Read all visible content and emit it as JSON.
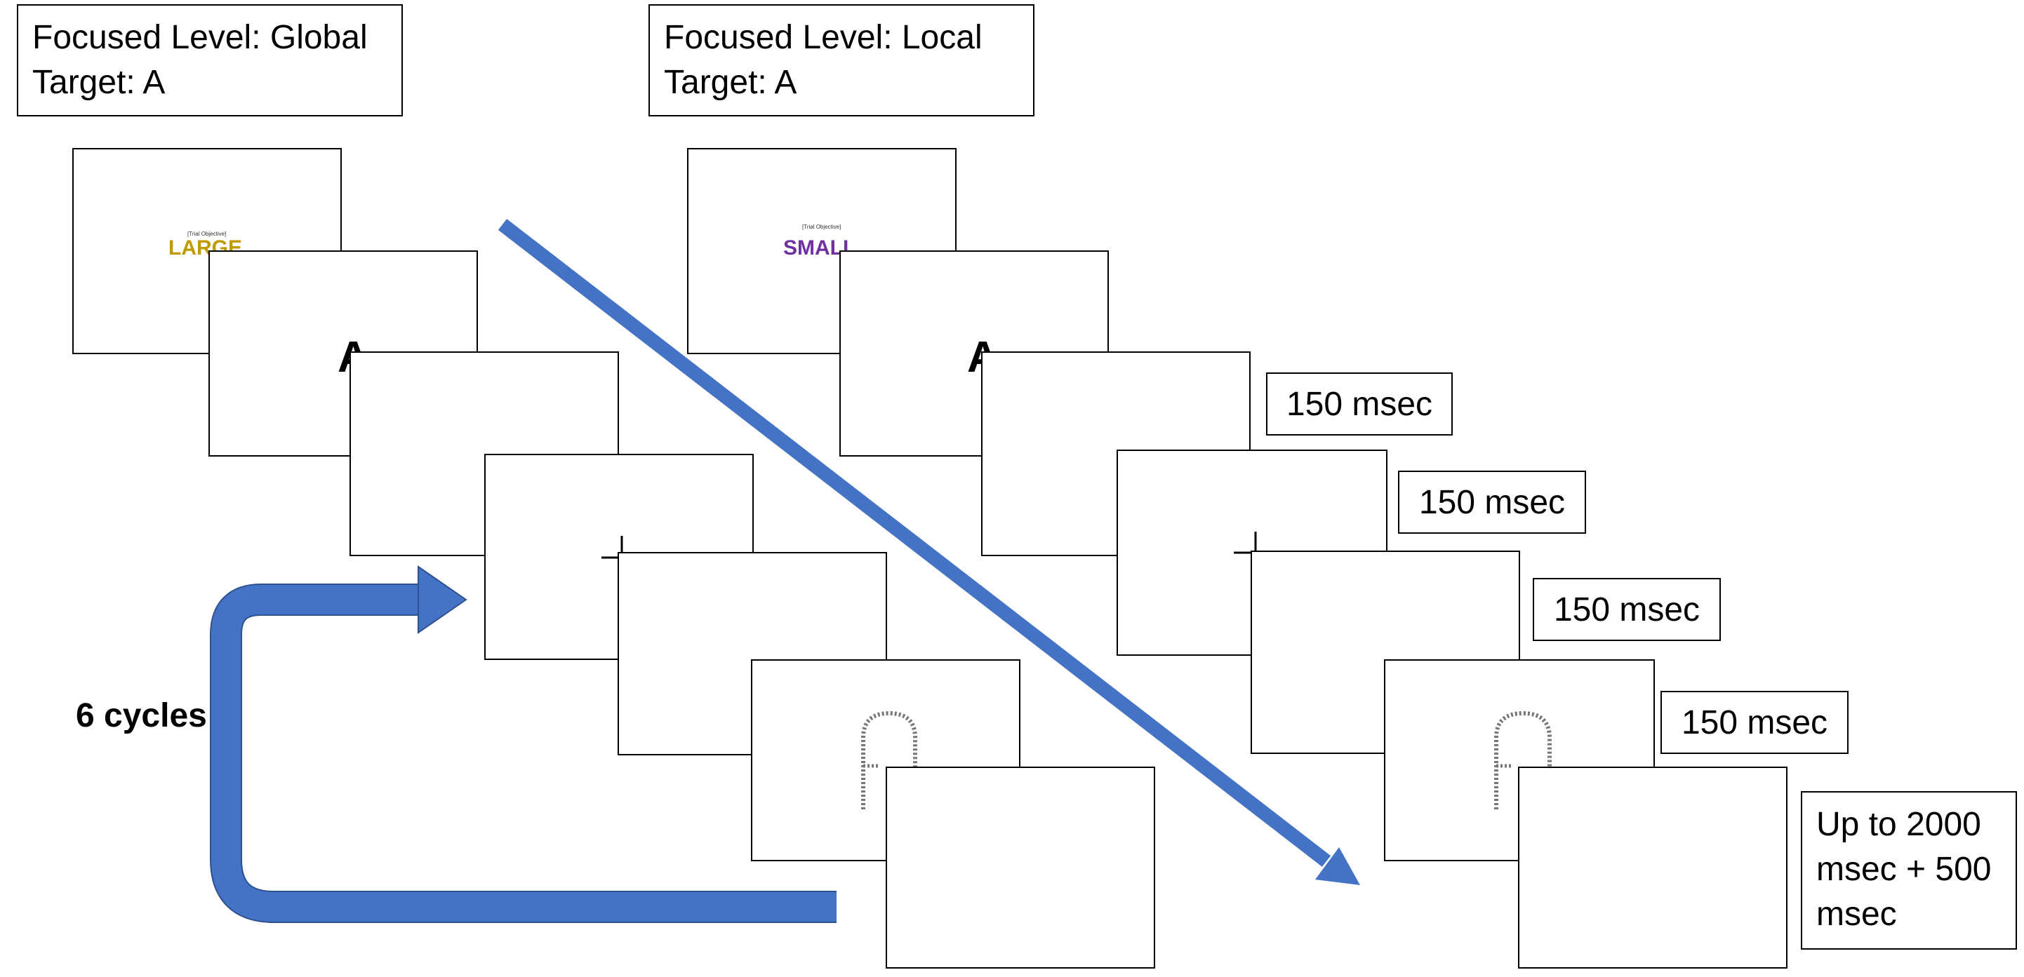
{
  "global_panel": {
    "header_line1": "Focused Level: Global",
    "header_line2": "Target: A",
    "cue_caption": "[Trial Objective]",
    "cue_word": "LARGE",
    "cue_color": "#C09A00",
    "target_letter": "A"
  },
  "local_panel": {
    "header_line1": "Focused Level: Local",
    "header_line2": "Target: A",
    "cue_caption": "[Trial Objective]",
    "cue_word": "SMALL",
    "cue_color": "#7030A0",
    "target_letter": "A"
  },
  "timing_labels": [
    "150 msec",
    "150 msec",
    "150 msec",
    "150 msec"
  ],
  "final_label": [
    "Up to 2000",
    "msec + 500",
    "msec"
  ],
  "cycles_label": "6 cycles",
  "arrow_color": "#4472C4"
}
